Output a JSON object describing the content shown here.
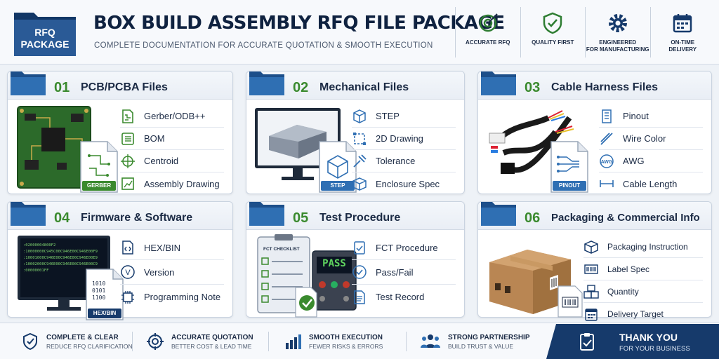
{
  "header": {
    "logo_line1": "RFQ",
    "logo_line2": "PACKAGE",
    "title": "BOX BUILD ASSEMBLY RFQ FILE PACKAGE",
    "subtitle": "COMPLETE DOCUMENTATION FOR ACCURATE QUOTATION & SMOOTH EXECUTION",
    "features": [
      {
        "label": "ACCURATE RFQ",
        "icon": "target-icon"
      },
      {
        "label": "QUALITY FIRST",
        "icon": "shield-check-icon"
      },
      {
        "label": "ENGINEERED\nFOR MANUFACTURING",
        "icon": "gear-icon"
      },
      {
        "label": "ON-TIME\nDELIVERY",
        "icon": "calendar-icon"
      }
    ]
  },
  "colors": {
    "navy": "#163a6b",
    "green": "#3a8a2e",
    "blue": "#2f6fb3",
    "folder": "#2f6fb3"
  },
  "cards": [
    {
      "num": "01",
      "title": "PCB/PCBA Files",
      "tag": "GERBER",
      "items": [
        {
          "label": "Gerber/ODB++",
          "icon": "layers-file-icon"
        },
        {
          "label": "BOM",
          "icon": "list-icon"
        },
        {
          "label": "Centroid",
          "icon": "crosshair-icon"
        },
        {
          "label": "Assembly Drawing",
          "icon": "drawing-icon"
        }
      ]
    },
    {
      "num": "02",
      "title": "Mechanical Files",
      "tag": "STEP",
      "items": [
        {
          "label": "STEP",
          "icon": "cube-icon"
        },
        {
          "label": "2D Drawing",
          "icon": "frame-icon"
        },
        {
          "label": "Tolerance",
          "icon": "caliper-icon"
        },
        {
          "label": "Enclosure Spec",
          "icon": "box-icon"
        }
      ]
    },
    {
      "num": "03",
      "title": "Cable Harness Files",
      "tag": "PINOUT",
      "items": [
        {
          "label": "Pinout",
          "icon": "pinout-icon"
        },
        {
          "label": "Wire Color",
          "icon": "wire-icon"
        },
        {
          "label": "AWG",
          "icon": "awg-icon"
        },
        {
          "label": "Cable Length",
          "icon": "ruler-icon"
        }
      ]
    },
    {
      "num": "04",
      "title": "Firmware & Software",
      "tag": "HEX/BIN",
      "screen_lines": [
        ":02000004800F2",
        ":10000000C945C00C946E00C946E00F9",
        ":10001000C946E00C946E00C946E00E9",
        ":10002000C946E00C946E00C946E00C9",
        ":00000001FF"
      ],
      "binary_lines": [
        "1010",
        "0101",
        "1100"
      ],
      "items": [
        {
          "label": "HEX/BIN",
          "icon": "code-icon"
        },
        {
          "label": "Version",
          "icon": "version-icon",
          "glyph": "V"
        },
        {
          "label": "Programming Note",
          "icon": "chip-icon"
        }
      ]
    },
    {
      "num": "05",
      "title": "Test Procedure",
      "checklist_title": "FCT CHECKLIST",
      "pass_text": "PASS",
      "items": [
        {
          "label": "FCT Procedure",
          "icon": "clipboard-check-icon"
        },
        {
          "label": "Pass/Fail",
          "icon": "check-circle-icon"
        },
        {
          "label": "Test Record",
          "icon": "document-icon"
        }
      ]
    },
    {
      "num": "06",
      "title": "Packaging & Commercial Info",
      "items": [
        {
          "label": "Packaging Instruction",
          "icon": "package-icon"
        },
        {
          "label": "Label Spec",
          "icon": "barcode-icon"
        },
        {
          "label": "Quantity",
          "icon": "boxes-icon"
        },
        {
          "label": "Delivery Target",
          "icon": "calendar-icon"
        }
      ]
    }
  ],
  "footer": {
    "items": [
      {
        "title": "COMPLETE & CLEAR",
        "sub": "REDUCE RFQ CLARIFICATION",
        "icon": "shield-check-icon"
      },
      {
        "title": "ACCURATE QUOTATION",
        "sub": "BETTER COST & LEAD TIME",
        "icon": "target-icon"
      },
      {
        "title": "SMOOTH EXECUTION",
        "sub": "FEWER RISKS & ERRORS",
        "icon": "bar-chart-icon"
      },
      {
        "title": "STRONG PARTNERSHIP",
        "sub": "BUILD TRUST & VALUE",
        "icon": "team-icon"
      }
    ],
    "thanks_title": "THANK YOU",
    "thanks_sub": "FOR YOUR BUSINESS"
  }
}
